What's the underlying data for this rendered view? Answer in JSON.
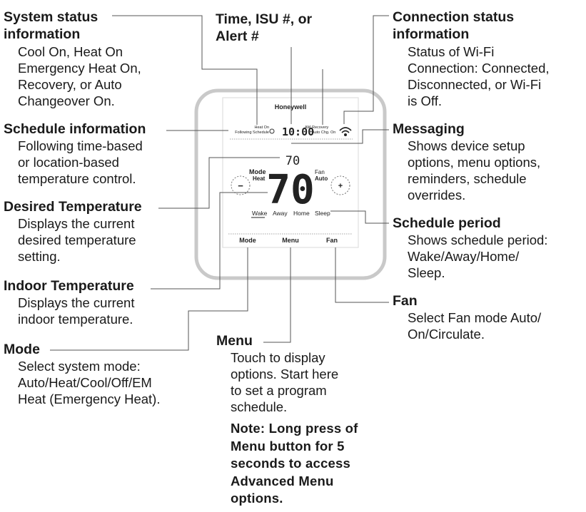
{
  "device": {
    "brand": "Honeywell",
    "status_line1": "Heat On",
    "status_line2": "Following Schedule",
    "time": "10:00",
    "am": "AM",
    "recovery": "Recovery",
    "auto_chg": "Auto Chg. On",
    "indoor_temp": "70",
    "setpoint": "70",
    "mode_label": "Mode",
    "mode_value": "Heat",
    "fan_label": "Fan",
    "fan_value": "Auto",
    "minus": "−",
    "plus": "+",
    "periods": [
      "Wake",
      "Away",
      "Home",
      "Sleep"
    ],
    "buttons": [
      "Mode",
      "Menu",
      "Fan"
    ]
  },
  "callouts": {
    "system_status": {
      "title": [
        "System status",
        "information"
      ],
      "body": [
        "Cool On, Heat On",
        "Emergency Heat On,",
        "Recovery, or Auto",
        "Changeover On."
      ]
    },
    "time_isu": {
      "title": [
        "Time, ISU #, or",
        "Alert #"
      ]
    },
    "connection": {
      "title": [
        "Connection status",
        "information"
      ],
      "body": [
        "Status of Wi-Fi",
        "Connection: Connected,",
        "Disconnected, or Wi-Fi",
        "is Off."
      ]
    },
    "schedule_info": {
      "title": "Schedule information",
      "body": [
        "Following time-based",
        "or location-based",
        "temperature control."
      ]
    },
    "messaging": {
      "title": "Messaging",
      "body": [
        "Shows device setup",
        "options, menu options,",
        "reminders, schedule",
        "overrides."
      ]
    },
    "desired_temp": {
      "title": "Desired Temperature",
      "body": [
        "Displays the current",
        "desired temperature",
        "setting."
      ]
    },
    "schedule_period": {
      "title": "Schedule period",
      "body": [
        "Shows schedule period:",
        "Wake/Away/Home/",
        "Sleep."
      ]
    },
    "indoor_temp": {
      "title": "Indoor Temperature",
      "body": [
        "Displays the current",
        "indoor temperature."
      ]
    },
    "fan": {
      "title": "Fan",
      "body": [
        "Select Fan mode Auto/",
        "On/Circulate."
      ]
    },
    "mode": {
      "title": "Mode",
      "body": [
        "Select system mode:",
        "Auto/Heat/Cool/Off/EM",
        "Heat (Emergency Heat)."
      ]
    },
    "menu": {
      "title": "Menu",
      "body": [
        "Touch to display",
        "options. Start here",
        "to set a program",
        "schedule."
      ],
      "note": [
        "Note: Long press of",
        "Menu button for 5",
        "seconds to access",
        "Advanced Menu",
        "options."
      ]
    }
  }
}
